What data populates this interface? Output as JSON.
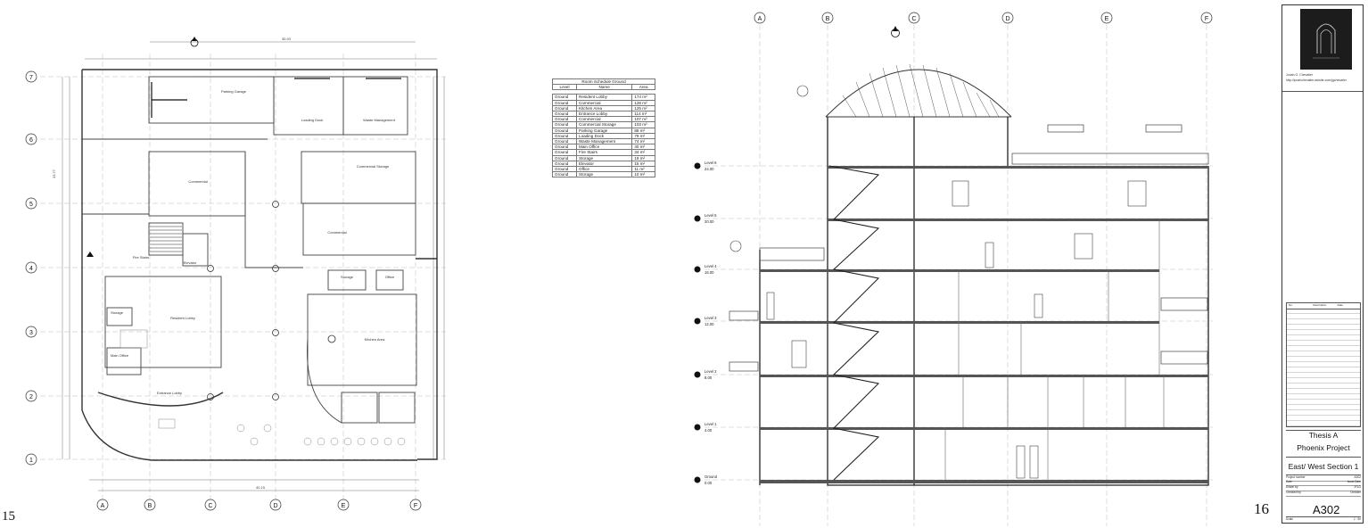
{
  "page_numbers": {
    "left": "15",
    "right": "16"
  },
  "plan": {
    "grid_cols": [
      "A",
      "B",
      "C",
      "D",
      "E",
      "F"
    ],
    "grid_rows": [
      "7",
      "6",
      "5",
      "4",
      "3",
      "2",
      "1"
    ],
    "rooms": [
      "Parking Garage",
      "Loading Dock",
      "Waste Management",
      "Commercial Storage",
      "Commercial",
      "Commercial",
      "Storage",
      "Office",
      "Elevator",
      "Fire Stairs",
      "Resident Lobby",
      "Kitchen Area",
      "Main Office",
      "Storage",
      "Entrance Lobby"
    ],
    "dims": {
      "overall": "35.93",
      "left": "33.77",
      "bottom": "40.15"
    }
  },
  "schedule": {
    "title": "Room Schedule Ground",
    "headers": [
      "Level",
      "Name",
      "Area"
    ],
    "rows": [
      [
        "Ground",
        "Resident Lobby",
        "174 m²"
      ],
      [
        "Ground",
        "Commercial",
        "128 m²"
      ],
      [
        "Ground",
        "Kitchen Area",
        "125 m²"
      ],
      [
        "Ground",
        "Entrance Lobby",
        "114 m²"
      ],
      [
        "Ground",
        "Commercial",
        "107 m²"
      ],
      [
        "Ground",
        "Commercial Storage",
        "103 m²"
      ],
      [
        "Ground",
        "Parking Garage",
        "88 m²"
      ],
      [
        "Ground",
        "Loading Dock",
        "79 m²"
      ],
      [
        "Ground",
        "Waste Management",
        "74 m²"
      ],
      [
        "Ground",
        "Main Office",
        "40 m²"
      ],
      [
        "Ground",
        "Fire Stairs",
        "34 m²"
      ],
      [
        "Ground",
        "Storage",
        "19 m²"
      ],
      [
        "Ground",
        "Elevator",
        "15 m²"
      ],
      [
        "Ground",
        "Office",
        "11 m²"
      ],
      [
        "Ground",
        "Storage",
        "10 m²"
      ]
    ]
  },
  "section": {
    "grid": [
      "A",
      "B",
      "C",
      "D",
      "E",
      "F"
    ],
    "levels": [
      {
        "name": "Level 6",
        "elev": "24.00"
      },
      {
        "name": "Level 5",
        "elev": "20.00"
      },
      {
        "name": "Level 4",
        "elev": "16.00"
      },
      {
        "name": "Level 3",
        "elev": "12.00"
      },
      {
        "name": "Level 2",
        "elev": "8.00"
      },
      {
        "name": "Level 1",
        "elev": "4.00"
      },
      {
        "name": "Ground",
        "elev": "0.00"
      }
    ]
  },
  "titleblock": {
    "author": "Jonah G. Chevalier",
    "url": "http://jonahchevalier.wixsite.com/jgchevalier",
    "rev_headers": [
      "No.",
      "Description",
      "Date"
    ],
    "project_line1": "Thesis A",
    "project_line2": "Phoenix Project",
    "sheet_name": "East/ West Section 1",
    "rows": [
      {
        "k": "Project number",
        "v": "A302"
      },
      {
        "k": "Date",
        "v": "Issue Date"
      },
      {
        "k": "Drawn by",
        "v": "JYLG"
      },
      {
        "k": "Checked by",
        "v": "Checker"
      }
    ],
    "sheet_number": "A302",
    "scale_label": "Scale",
    "scale": "1 : 50"
  },
  "colors": {
    "line": "#333333",
    "light": "#9a9a9a",
    "fill": "#1c1c1c"
  }
}
